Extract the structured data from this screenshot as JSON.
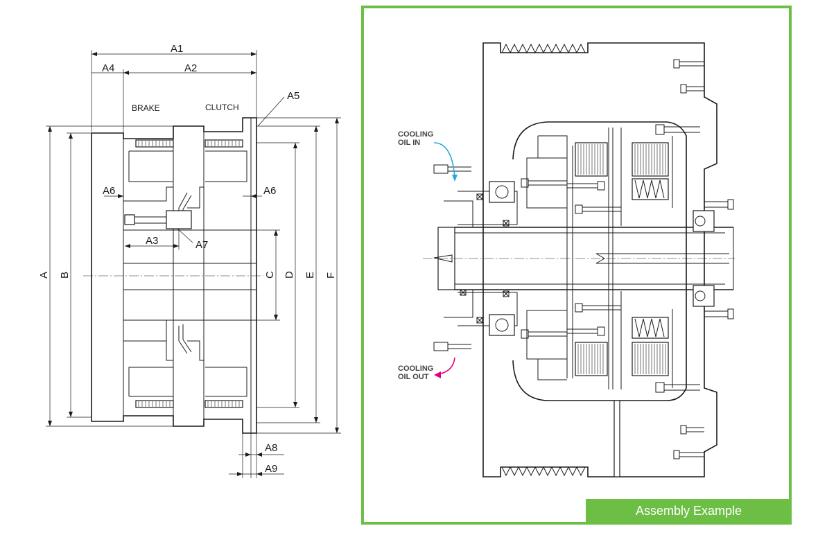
{
  "left_drawing": {
    "section_labels": {
      "brake": "BRAKE",
      "clutch": "CLUTCH"
    },
    "dimensions": {
      "a1": "A1",
      "a2": "A2",
      "a3": "A3",
      "a4": "A4",
      "a5": "A5",
      "a6_left": "A6",
      "a6_right": "A6",
      "a7": "A7",
      "a8": "A8",
      "a9": "A9",
      "a": "A",
      "b": "B",
      "c": "C",
      "d": "D",
      "e": "E",
      "f": "F"
    }
  },
  "assembly": {
    "cooling_in": [
      "COOLING",
      "OIL IN"
    ],
    "cooling_out": [
      "COOLING",
      "OIL OUT"
    ],
    "caption": "Assembly Example",
    "colors": {
      "frame": "#6cbe45",
      "oil_in_arrow": "#29a8e0",
      "oil_out_arrow": "#e6007e"
    }
  }
}
